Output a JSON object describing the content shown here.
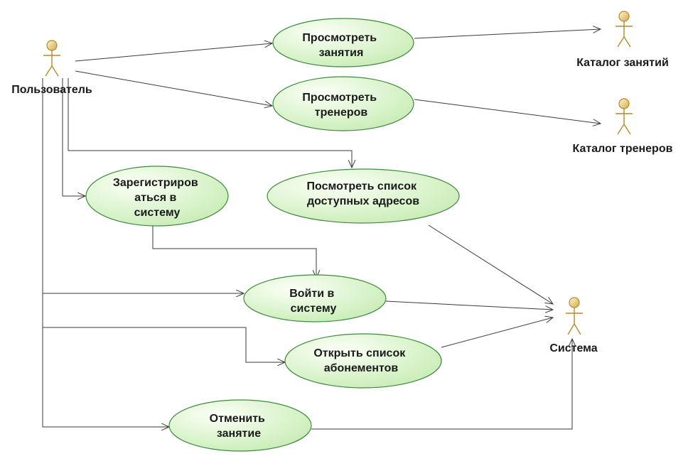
{
  "colors": {
    "usecase_fill_light": "#fbfff6",
    "usecase_fill_dark": "#c6ecb3",
    "usecase_stroke": "#3d8a3d",
    "actor_color": "#b48a2a",
    "line_color": "#3a3a3a"
  },
  "actors": {
    "user": {
      "name": "Пользователь",
      "icon": "stick-figure-icon"
    },
    "class_catalog": {
      "name": "Каталог занятий",
      "icon": "stick-figure-icon"
    },
    "trainer_catalog": {
      "name": "Каталог тренеров",
      "icon": "stick-figure-icon"
    },
    "system": {
      "name": "Система",
      "icon": "stick-figure-icon"
    }
  },
  "use_cases": {
    "view_classes": {
      "lines": [
        "Просмотреть",
        "занятия"
      ]
    },
    "view_trainers": {
      "lines": [
        "Просмотреть",
        "тренеров"
      ]
    },
    "register": {
      "lines": [
        "Зарегистриров",
        "аться в",
        "систему"
      ]
    },
    "view_addresses": {
      "lines": [
        "Посмотреть список",
        "доступных адресов"
      ]
    },
    "login": {
      "lines": [
        "Войти в",
        "систему"
      ]
    },
    "open_subscriptions": {
      "lines": [
        "Открыть список",
        "абонементов"
      ]
    },
    "cancel_class": {
      "lines": [
        "Отменить",
        "занятие"
      ]
    }
  }
}
